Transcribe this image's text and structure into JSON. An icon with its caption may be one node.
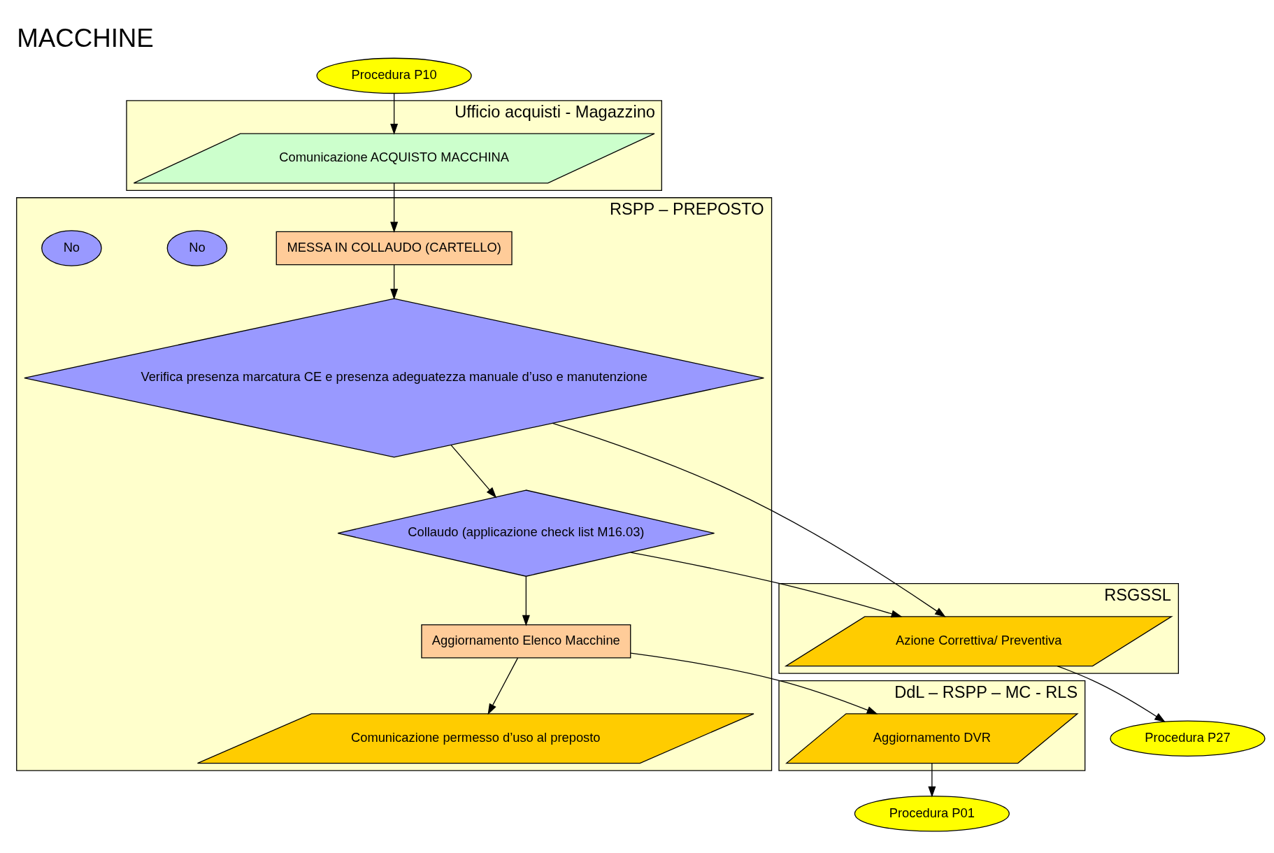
{
  "diagram": {
    "title": "MACCHINE",
    "nodes": [
      {
        "text": [
          "RSPP – PREPOSTO"
        ]
      },
      {
        "text": [
          "MESSA IN COLLAUDO (CARTELLO)"
        ],
        "in": 0
      },
      {
        "text": [
          "Verifica presenza marcatura CE e presenza adeguatezza manuale d’uso e manutenzione"
        ],
        "in": 0
      },
      {
        "text": [
          "No"
        ],
        "in": 0
      },
      {
        "text": [
          "Collaudo (applicazione check list M16.03)"
        ],
        "in": 0
      },
      {
        "text": [
          "No"
        ],
        "in": 0
      },
      {
        "text": [
          "Aggiornamento Elenco Macchine"
        ],
        "in": 0
      },
      {
        "text": [
          "Comunicazione permesso d’uso al preposto"
        ],
        "in": 0
      },
      {
        "text": [
          "Ufficio acquisti - Magazzino"
        ]
      },
      {
        "text": [
          "Comunicazione ACQUISTO MACCHINA"
        ],
        "in": 8
      },
      {
        "text": [
          "Procedura P10"
        ]
      },
      {
        "text": [
          "RSGSSL"
        ]
      },
      {
        "text": [
          "Azione Correttiva/ Preventiva"
        ],
        "in": 11
      },
      {
        "text": [
          "Procedura P27"
        ]
      },
      {
        "text": [
          "Procedura P01"
        ]
      },
      {
        "text": [
          "DdL – RSPP – MC - RLS"
        ]
      },
      {
        "text": [
          "Aggiornamento DVR"
        ],
        "in": 15
      }
    ],
    "edges": [
      {
        "from": 10,
        "to": 9,
        "arrow": "to"
      },
      {
        "from": 9,
        "to": 1,
        "arrow": "to"
      },
      {
        "from": 1,
        "to": 2,
        "arrow": "to"
      },
      {
        "from": 2,
        "to": 12,
        "arrow": "to"
      },
      {
        "from": 4,
        "to": 12,
        "arrow": "to"
      },
      {
        "from": 2,
        "to": 4,
        "arrow": "to"
      },
      {
        "from": 4,
        "to": 6,
        "arrow": "to"
      },
      {
        "from": 6,
        "to": 7,
        "arrow": "to"
      },
      {
        "from": 6,
        "to": 16,
        "arrow": "to"
      },
      {
        "from": 12,
        "to": 13,
        "arrow": "to"
      },
      {
        "from": 16,
        "to": 14,
        "arrow": "to"
      }
    ]
  }
}
